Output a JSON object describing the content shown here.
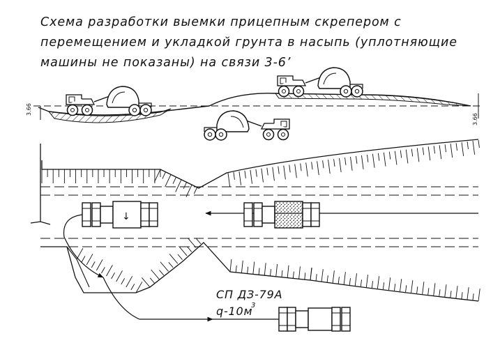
{
  "title_lines": [
    "Схема разработки выемки прицепным скрепером с",
    "перемещением и укладкой грунта в насыпь (уплотняющие",
    "машины не показаны) на связи 3-6’"
  ],
  "profile": {
    "depth_left": "3.66",
    "depth_right": "3.66"
  },
  "plan": {
    "unload_arrow": "↓"
  },
  "machine": {
    "model": "СП ДЗ-79А",
    "capacity": "q-10м",
    "capacity_exponent": "3"
  }
}
